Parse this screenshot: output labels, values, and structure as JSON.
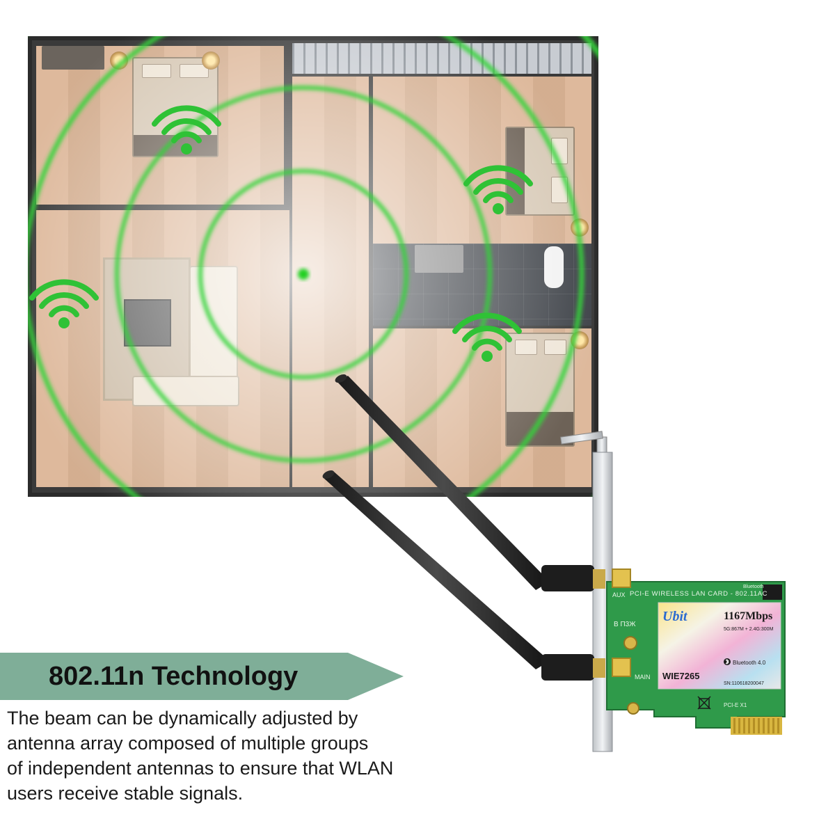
{
  "banner": {
    "title": "802.11n Technology"
  },
  "description": {
    "lines": [
      "The beam can be dynamically adjusted by",
      "antenna array composed of multiple groups",
      "of independent antennas to ensure that WLAN",
      "users receive stable signals."
    ]
  },
  "card": {
    "brand": "Ubit",
    "speed": "1167Mbps",
    "bands": "5G:867M + 2.4G:300M",
    "header": "PCI-E WIRELESS LAN CARD - 802.11AC",
    "bluetooth_top": "Bluetooth",
    "bluetooth_label": "Bluetooth 4.0",
    "model": "WIE7265",
    "serial": "SN:110618200047",
    "slot": "PCI-E X1",
    "aux": "AUX",
    "main": "MAIN",
    "marking": "B П3Ж"
  },
  "colors": {
    "signal": "#35d43a",
    "board": "#2f9a4a",
    "banner": "#7fae98"
  },
  "icons": [
    "wifi-signal-icon",
    "bluetooth-icon",
    "recycle-bin-icon"
  ]
}
